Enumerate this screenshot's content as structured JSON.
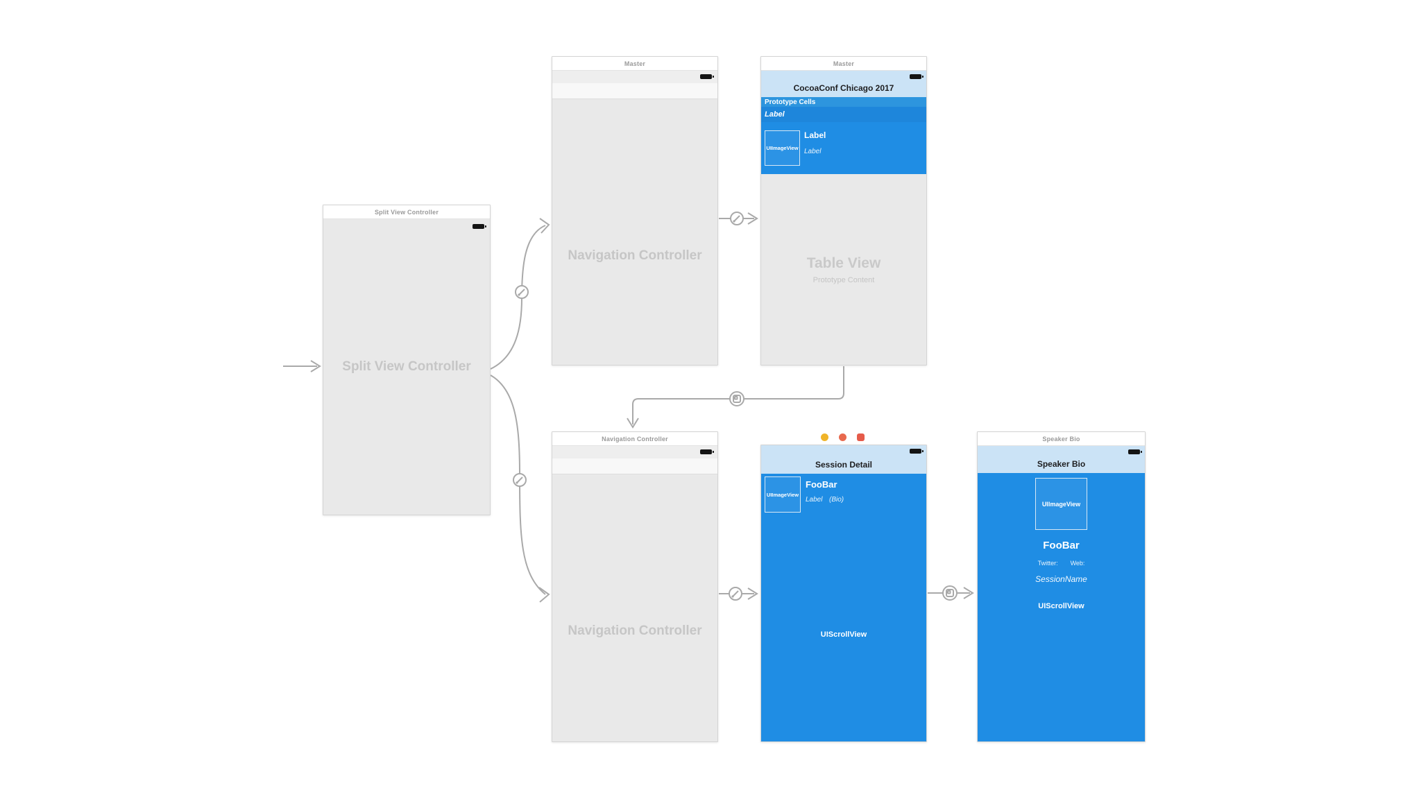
{
  "canvas": {
    "background": "#ffffff",
    "wire_color": "#a9a9a9"
  },
  "colors": {
    "navbar_blue": "#cbe3f6",
    "section_header_blue": "#2d95de",
    "prototype_row_blue": "#1e86db",
    "content_blue": "#1f8de4",
    "scene_body_gray": "#e9e9e9",
    "dock_icon_yellow": "#f0b429",
    "dock_icon_orange": "#e8694e",
    "dock_icon_red": "#e55b4a"
  },
  "icons": {
    "battery": "battery-icon",
    "relationship_segue": "relationship-segue-icon",
    "show_segue": "show-segue-icon",
    "entry_point": "storyboard-entry-arrow",
    "scene_dock": [
      "view-controller-icon",
      "first-responder-icon",
      "exit-icon"
    ]
  },
  "scenes": {
    "split_view": {
      "dock_title": "Split View Controller",
      "body_label": "Split View Controller"
    },
    "nav_master": {
      "dock_title": "Master",
      "body_label": "Navigation Controller"
    },
    "master_table": {
      "dock_title": "Master",
      "nav_title": "CocoaConf Chicago 2017",
      "section_header": "Prototype Cells",
      "prototype_row_label": "Label",
      "cell": {
        "image_view": "UIImageView",
        "title": "Label",
        "subtitle": "Label"
      },
      "placeholder_title": "Table View",
      "placeholder_subtitle": "Prototype Content"
    },
    "nav_detail": {
      "dock_title": "Navigation Controller",
      "body_label": "Navigation Controller"
    },
    "session_detail": {
      "nav_title": "Session Detail",
      "cell": {
        "image_view": "UIImageView",
        "title": "FooBar",
        "subtitle": "Label",
        "subtitle_suffix": "(Bio)"
      },
      "scroll_label": "UIScrollView"
    },
    "speaker_bio": {
      "dock_title": "Speaker Bio",
      "nav_title": "Speaker Bio",
      "image_view": "UIImageView",
      "name": "FooBar",
      "twitter_label": "Twitter:",
      "web_label": "Web:",
      "session_name": "SessionName",
      "scroll_label": "UIScrollView"
    }
  }
}
